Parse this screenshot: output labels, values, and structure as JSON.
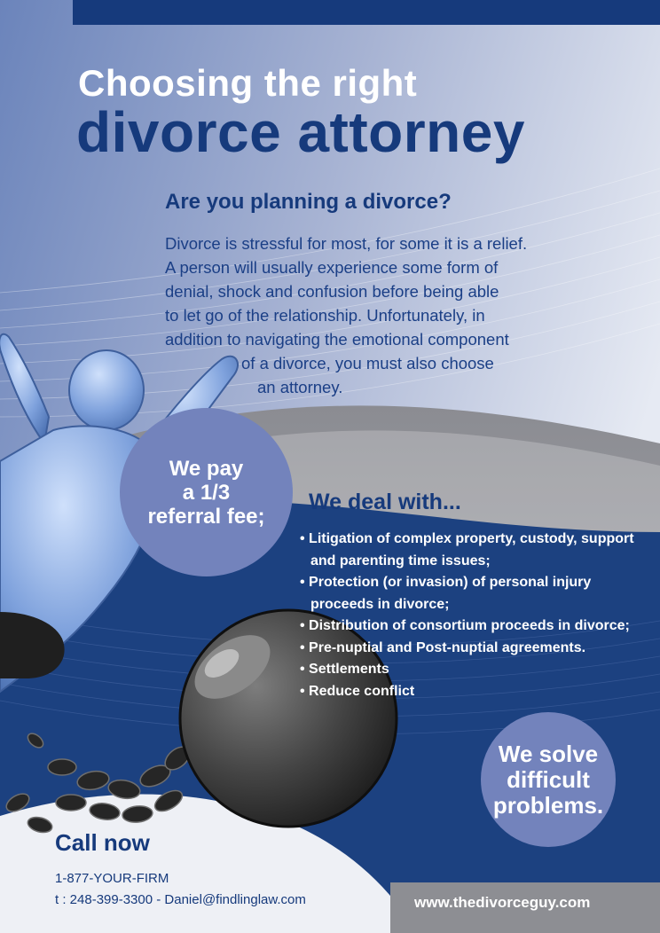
{
  "heading": {
    "line1": "Choosing the right",
    "line2": "divorce attorney"
  },
  "intro": {
    "question": "Are you planning a divorce?",
    "lines": [
      "Divorce is stressful for most, for some it is a relief.",
      "A person will usually experience some form of",
      "denial, shock and confusion before being able",
      "to let go of the relationship. Unfortunately, in",
      "addition to navigating the emotional component",
      "of a divorce, you must also choose",
      "an attorney."
    ]
  },
  "referral_badge": {
    "line1": "We pay",
    "line2": "a 1/3",
    "line3": "referral fee;"
  },
  "services": {
    "title": "We deal with...",
    "items": [
      "• Litigation of complex property, custody, support and parenting time issues;",
      "• Protection (or invasion) of personal injury proceeds in divorce;",
      "• Distribution of consortium proceeds in divorce;",
      "• Pre-nuptial and Post-nuptial agreements.",
      "• Settlements",
      "• Reduce conflict"
    ]
  },
  "solve_badge": {
    "line1": "We solve",
    "line2": "difficult",
    "line3": "problems."
  },
  "contact": {
    "call": "Call now",
    "phone": "1-877-YOUR-FIRM",
    "details": "t : 248-399-3300 - Daniel@findlinglaw.com"
  },
  "website": "www.thedivorceguy.com",
  "colors": {
    "navy": "#163a7c",
    "badge": "#7383bc",
    "blue_panel": "#1c4180"
  },
  "illustration": "blue-figure-breaking-ball-and-chain"
}
